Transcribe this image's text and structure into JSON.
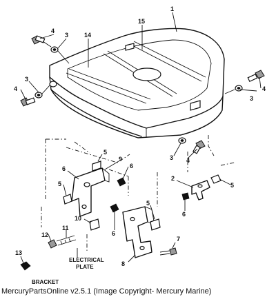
{
  "caption": "MercuryPartsOnline v2.5.1 (Image Copyright- Mercury Marine)",
  "callouts": {
    "c1": "1",
    "c15": "15",
    "c14": "14",
    "c4a": "4",
    "c3a": "3",
    "c3b": "3",
    "c4b": "4",
    "c4c": "4",
    "c3c": "3",
    "c3d": "3",
    "c4d": "4",
    "c5a": "5",
    "c9": "9",
    "c6a": "6",
    "c6b": "6",
    "c5b": "5",
    "c2": "2",
    "c5c": "5",
    "c6c": "6",
    "c10": "10",
    "c6d": "6",
    "c5d": "5",
    "c11": "11",
    "c12": "12",
    "c7": "7",
    "c8": "8",
    "c13": "13"
  },
  "labels": {
    "electrical_line1": "ELECTRICAL",
    "electrical_line2": "PLATE",
    "bracket": "BRACKET"
  }
}
